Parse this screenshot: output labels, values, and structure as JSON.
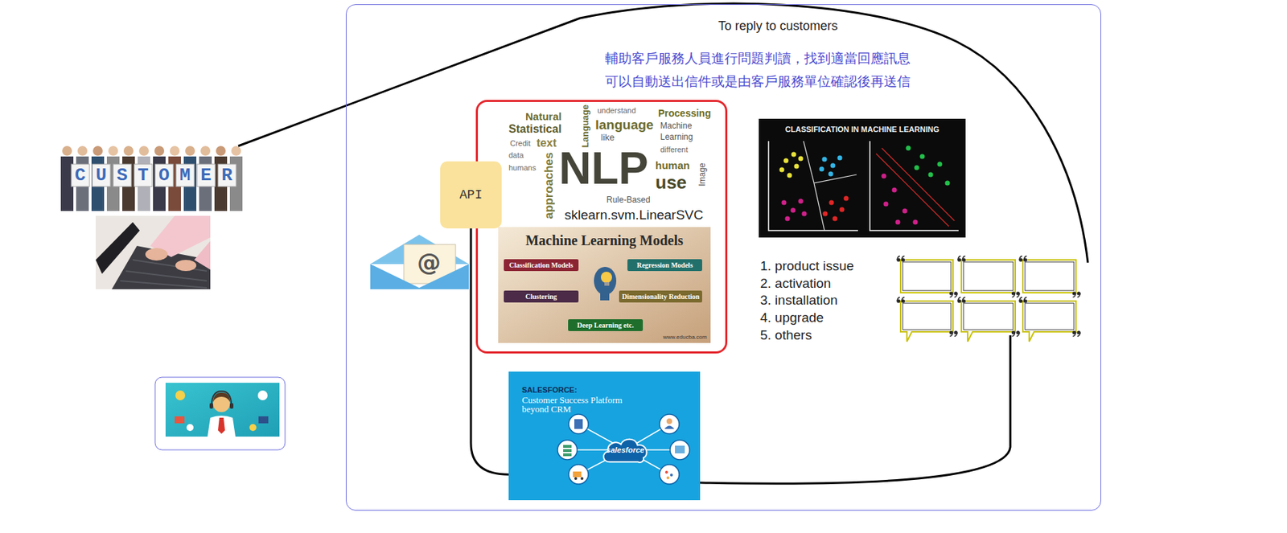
{
  "diagram": {
    "nodes": [
      {
        "text": [
          "CUSTOMER"
        ]
      },
      {
        "text": [
          "輔助客戶服務人員進行問題判讀，找到適當回應訊息 可以自動送出信件或是由客戶服務單位確認後再送信"
        ]
      },
      {
        "text": [
          "API"
        ],
        "in": 1
      },
      {
        "text": [
          "sklearn.svm.LinearSVC"
        ],
        "in": 1
      },
      {
        "text": [
          "Machine Learning Models",
          "www.educba.com"
        ],
        "in": 3
      },
      {
        "text": [
          "Classification Models"
        ],
        "in": 4
      },
      {
        "text": [
          "Regression Models"
        ],
        "in": 4
      },
      {
        "text": [
          "Clustering"
        ],
        "in": 4
      },
      {
        "text": [
          "Dimensionality Reduction"
        ],
        "in": 4
      },
      {
        "text": [
          "Deep Learning etc."
        ],
        "in": 4
      },
      {
        "text": [
          "CLASSIFICATION IN MACHINE LEARNING"
        ],
        "in": 1
      },
      {
        "text": [
          "SALESFORCE:",
          "Customer Success Platform beyond CRM"
        ],
        "in": 1
      },
      {
        "text": [
          "salesforce"
        ],
        "in": 11
      }
    ],
    "edges": [
      {
        "from": 2,
        "to": 11,
        "arrow": "none"
      }
    ],
    "labels": [
      "To reply to customers",
      "@",
      "Natural",
      "Statistical",
      "Language",
      "text",
      "Credit",
      "data",
      "humans",
      "approaches",
      "understand",
      "language",
      "Processing",
      "Machine",
      "Learning",
      "like",
      "different",
      "human",
      "use",
      "Image",
      "NLP",
      "Rule-Based",
      "1. product issue",
      "2. activation",
      "3. installation",
      "4. upgrade",
      "5. others"
    ]
  }
}
